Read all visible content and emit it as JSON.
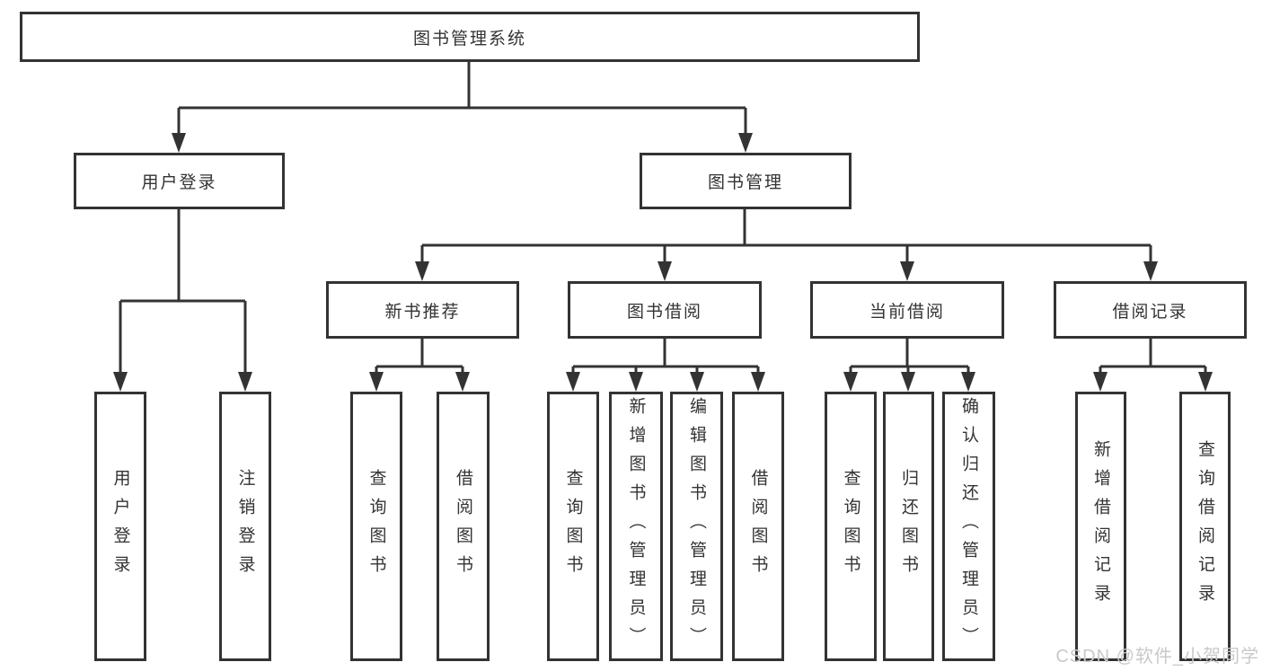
{
  "diagram": {
    "type": "tree",
    "root": {
      "label": "图书管理系统"
    },
    "branches": [
      {
        "label": "用户登录",
        "children": [
          {
            "label": "用户登录"
          },
          {
            "label": "注销登录"
          }
        ]
      },
      {
        "label": "图书管理",
        "children": [
          {
            "label": "新书推荐",
            "children": [
              {
                "label": "查询图书"
              },
              {
                "label": "借阅图书"
              }
            ]
          },
          {
            "label": "图书借阅",
            "children": [
              {
                "label": "查询图书"
              },
              {
                "label": "新增图书（管理员）"
              },
              {
                "label": "编辑图书（管理员）"
              },
              {
                "label": "借阅图书"
              }
            ]
          },
          {
            "label": "当前借阅",
            "children": [
              {
                "label": "查询图书"
              },
              {
                "label": "归还图书"
              },
              {
                "label": "确认归还（管理员）"
              }
            ]
          },
          {
            "label": "借阅记录",
            "children": [
              {
                "label": "新增借阅记录"
              },
              {
                "label": "查询借阅记录"
              }
            ]
          }
        ]
      }
    ]
  },
  "watermark": {
    "text": "CSDN @软件_小贺同学",
    "color": "#c9c9c9"
  },
  "colors": {
    "line": "#333333",
    "box_border": "#333333",
    "box_bg": "#ffffff",
    "text": "#333333",
    "background": "#ffffff"
  }
}
